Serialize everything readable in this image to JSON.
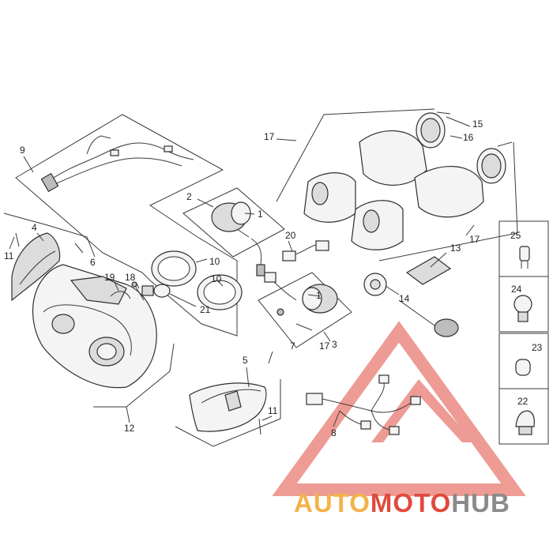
{
  "callouts": {
    "c1a": "1",
    "c1b": "1",
    "c2": "2",
    "c3": "3",
    "c4": "4",
    "c5": "5",
    "c6": "6",
    "c7": "7",
    "c8": "8",
    "c9": "9",
    "c10a": "10",
    "c10b": "10",
    "c11a": "11",
    "c11b": "11",
    "c12": "12",
    "c13": "13",
    "c14": "14",
    "c15": "15",
    "c16": "16",
    "c17a": "17",
    "c17b": "17",
    "c17c": "17",
    "c18": "18",
    "c19": "19",
    "c20": "20",
    "c21": "21",
    "c22": "22",
    "c23": "23",
    "c24": "24",
    "c25": "25"
  },
  "watermark": {
    "part1": "AUTO",
    "part2": "MOTO",
    "part3": "HUB",
    "color_orange": "#f3b24a",
    "color_red": "#e04a3d",
    "color_gray": "#8a8a8a"
  }
}
